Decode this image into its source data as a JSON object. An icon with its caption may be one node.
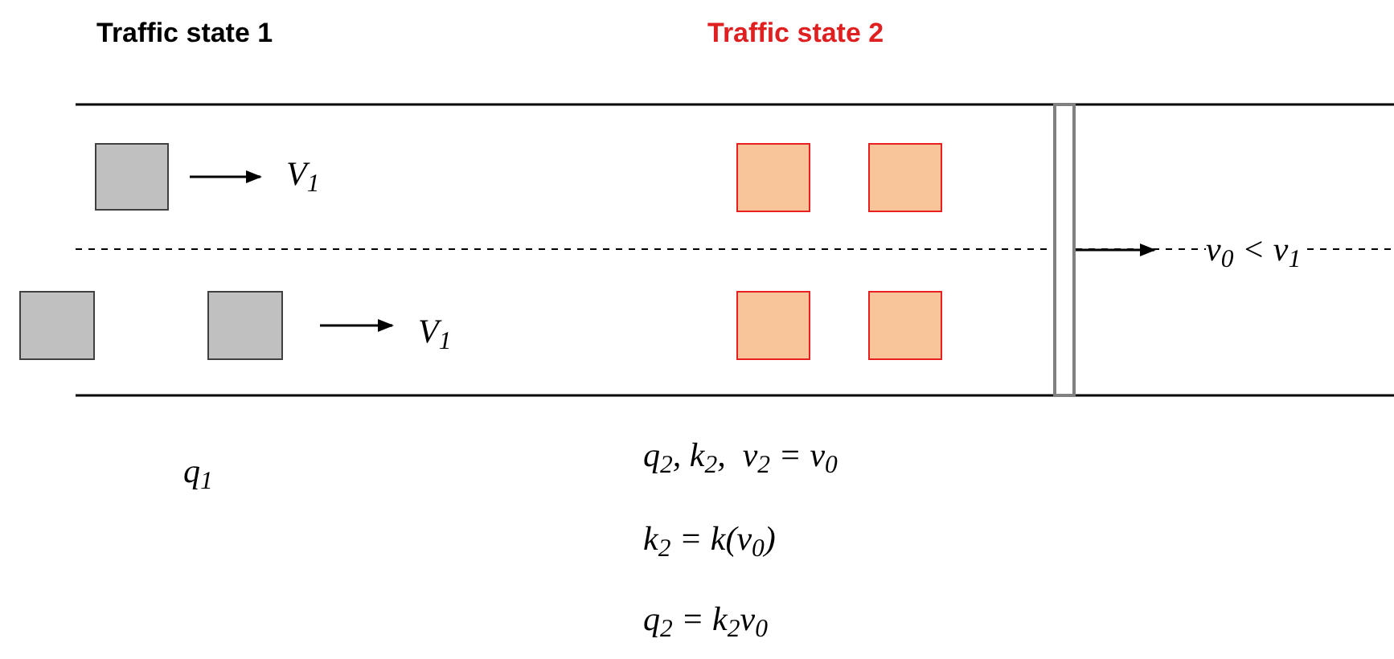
{
  "diagram": {
    "nodes": [
      {
        "text": [],
        "shape": "box"
      },
      {
        "text": [],
        "shape": "box"
      },
      {
        "text": [],
        "shape": "box"
      },
      {
        "text": [],
        "shape": "box"
      },
      {
        "text": [],
        "shape": "box"
      },
      {
        "text": [],
        "shape": "box"
      },
      {
        "text": [],
        "shape": "box"
      },
      {
        "text": [],
        "shape": "bar"
      },
      {
        "text": [
          "V$_{1}$"
        ]
      },
      {
        "text": [
          "V$_{1}$"
        ]
      },
      {
        "text": [
          "v$_{0}$ < v$_{1}$"
        ]
      }
    ],
    "edges": [
      {
        "from": 0,
        "to": 8,
        "arrow": "to"
      },
      {
        "from": 2,
        "to": 9,
        "arrow": "to"
      },
      {
        "from": 7,
        "to": 10,
        "arrow": "to"
      }
    ],
    "labels": [
      "Traffic state 1",
      "Traffic state 2",
      "q$_{1}$",
      "q$_{2}$, k$_{2}$,  v$_{2}$ = v$_{0}$",
      "k$_{2}$ = k(v$_{0}$)",
      "q$_{2}$ = k$_{2}$v$_{0}$"
    ]
  }
}
